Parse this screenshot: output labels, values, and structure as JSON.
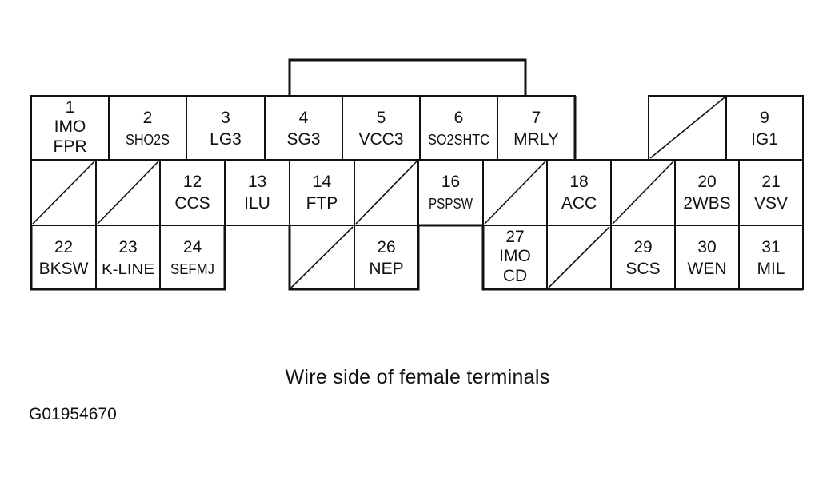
{
  "terminals": [
    {
      "num": "1",
      "label": "IMO",
      "label2": "FPR"
    },
    {
      "num": "2",
      "label": "SHO2S"
    },
    {
      "num": "3",
      "label": "LG3"
    },
    {
      "num": "4",
      "label": "SG3"
    },
    {
      "num": "5",
      "label": "VCC3"
    },
    {
      "num": "6",
      "label": "SO2SHTC"
    },
    {
      "num": "7",
      "label": "MRLY"
    },
    {
      "num": "9",
      "label": "IG1"
    },
    {
      "num": "12",
      "label": "CCS"
    },
    {
      "num": "13",
      "label": "ILU"
    },
    {
      "num": "14",
      "label": "FTP"
    },
    {
      "num": "16",
      "label": "PSPSW"
    },
    {
      "num": "18",
      "label": "ACC"
    },
    {
      "num": "20",
      "label": "2WBS"
    },
    {
      "num": "21",
      "label": "VSV"
    },
    {
      "num": "22",
      "label": "BKSW"
    },
    {
      "num": "23",
      "label": "K-LINE"
    },
    {
      "num": "24",
      "label": "SEFMJ"
    },
    {
      "num": "26",
      "label": "NEP"
    },
    {
      "num": "27",
      "label": "IMO",
      "label2": "CD"
    },
    {
      "num": "29",
      "label": "SCS"
    },
    {
      "num": "30",
      "label": "WEN"
    },
    {
      "num": "31",
      "label": "MIL"
    }
  ],
  "caption": "Wire side of female terminals",
  "figure_id": "G01954670"
}
